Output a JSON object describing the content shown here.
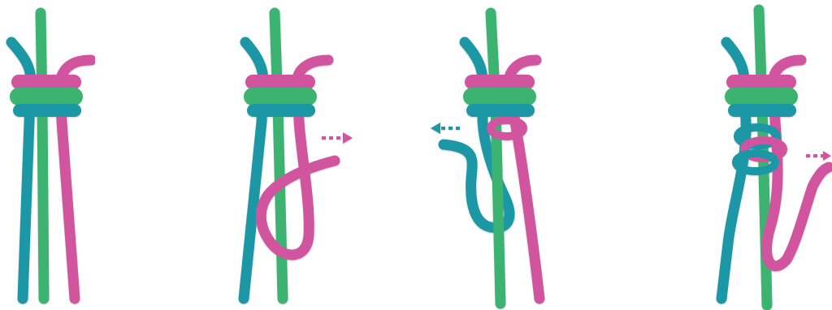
{
  "diagram": {
    "kind": "knot-tying-steps",
    "steps": [
      {
        "id": "step-1",
        "arrow": "none"
      },
      {
        "id": "step-2",
        "arrow": "right",
        "arrow_color": "pink"
      },
      {
        "id": "step-3",
        "arrow": "left",
        "arrow_color": "teal"
      },
      {
        "id": "step-4",
        "arrow": "right",
        "arrow_color": "pink"
      }
    ]
  },
  "colors": {
    "teal": "#1f97a6",
    "green": "#3db371",
    "pink": "#d1559e",
    "background": "#ffffff"
  },
  "icons": [
    "dashed-arrow-right-icon",
    "dashed-arrow-left-icon"
  ]
}
